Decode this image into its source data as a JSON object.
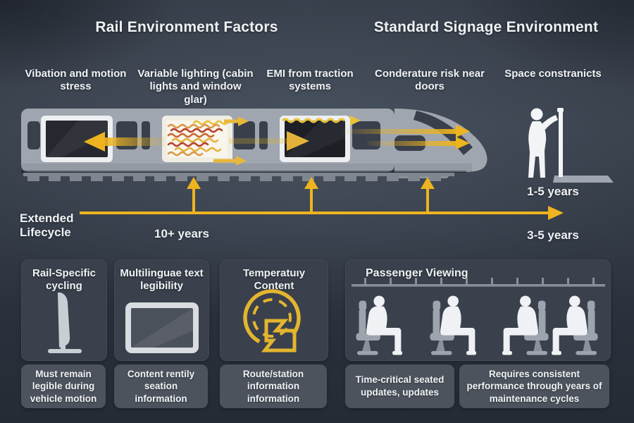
{
  "header": {
    "left_title": "Rail Environment Factors",
    "right_title": "Standard Signage Environment"
  },
  "factors": [
    {
      "label": "Vibation and motion stress"
    },
    {
      "label": "Variable lighting (cabin lights and window glar)"
    },
    {
      "label": "EMI from traction systems"
    },
    {
      "label": "Conderature risk near doors"
    },
    {
      "label": "Space constranicts"
    }
  ],
  "timeline": {
    "left_label": "Extended Lifecycle",
    "left_duration": "10+ years",
    "right_duration_top": "1-5 years",
    "right_duration_bottom": "3-5 years"
  },
  "cards": [
    {
      "title": "Rail-Specific cycling",
      "icon": "monitor-side-icon",
      "caption": "Must remain legible during vehicle motion"
    },
    {
      "title": "Multilinguae text legibility",
      "icon": "tablet-icon",
      "caption": "Content rentily seation information"
    },
    {
      "title": "Temperatuıy Content",
      "icon": "route-loop-icon",
      "caption": "Route/station information information"
    },
    {
      "title": "Passenger Viewing",
      "icon": "seated-passengers-icon",
      "captions": [
        "Time-critical seated updates, updates",
        "Requires consistent performance through years of maintenance cycles"
      ]
    }
  ],
  "illustrations": {
    "train": "train-side-icon",
    "person_sign": "standing-person-with-sign-icon"
  },
  "colors": {
    "accent_yellow": "#EDB41F",
    "background": "#39414D",
    "card": "#3A414C",
    "chip": "#4C535D",
    "train_body": "#9FA6B0",
    "text": "#EFF2F5",
    "glare_red": "#B8432E",
    "glare_orange": "#D89A48"
  }
}
